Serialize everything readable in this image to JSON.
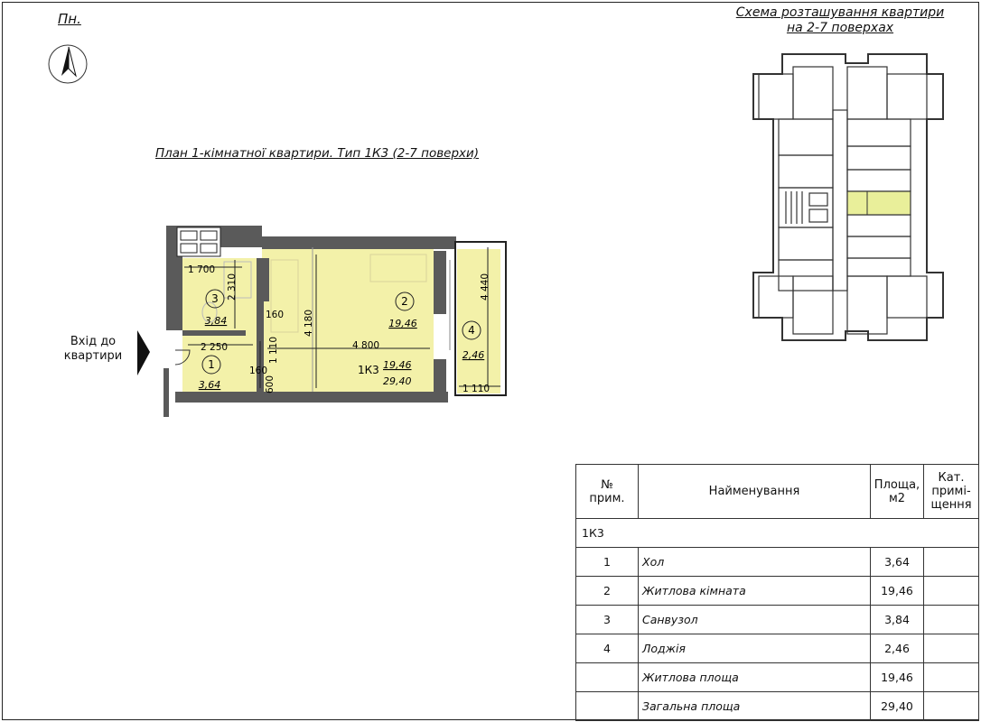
{
  "north_label": "Пн.",
  "scheme_title": [
    "Схема розташування квартири",
    "на 2-7 поверхах"
  ],
  "plan_title": "План 1-кімнатної квартири. Тип 1К3 (2-7 поверхи)",
  "entrance_label": [
    "Вхід до",
    "квартири"
  ],
  "rooms": [
    {
      "num": "1",
      "area": "3,64"
    },
    {
      "num": "2",
      "area": "19,46"
    },
    {
      "num": "3",
      "area": "3,84"
    },
    {
      "num": "4",
      "area": "2,46"
    }
  ],
  "apartment_tag": {
    "code": "1К3",
    "living": "19,46",
    "total": "29,40"
  },
  "dimensions": [
    "1 700",
    "2 310",
    "160",
    "4 180",
    "2 250",
    "1 110",
    "4 800",
    "160",
    "600",
    "4 440",
    "1 110"
  ],
  "table": {
    "headers": [
      [
        "№",
        "прим."
      ],
      [
        "Найменування"
      ],
      [
        "Площа,",
        "м2"
      ],
      [
        "Кат.",
        "примі-",
        "щення"
      ]
    ],
    "group": "1К3",
    "rows": [
      {
        "num": "1",
        "name": "Хол",
        "area": "3,64"
      },
      {
        "num": "2",
        "name": "Житлова кімната",
        "area": "19,46"
      },
      {
        "num": "3",
        "name": "Санвузол",
        "area": "3,84"
      },
      {
        "num": "4",
        "name": "Лоджія",
        "area": "2,46"
      },
      {
        "num": "",
        "name": "Житлова площа",
        "area": "19,46"
      },
      {
        "num": "",
        "name": "Загальна площа",
        "area": "29,40"
      }
    ]
  },
  "colors": {
    "room_fill": "#f3f1a9",
    "highlight": "#e9ef9a",
    "wall": "#5a5a5a",
    "line": "#222222"
  }
}
